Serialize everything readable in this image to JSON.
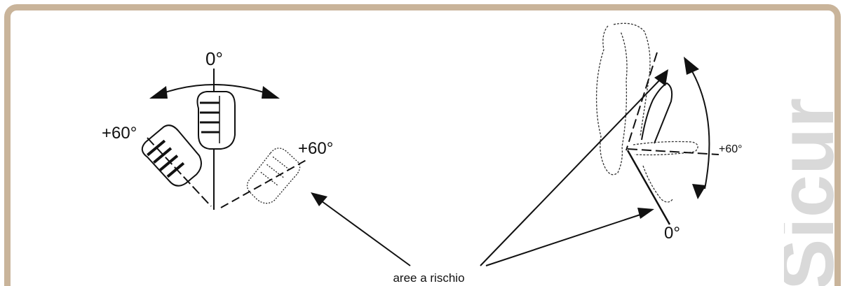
{
  "left_figure": {
    "zero_label": "0°",
    "left_angle_label": "+60°",
    "right_angle_label": "+60°"
  },
  "right_figure": {
    "plus_label": "+60°",
    "zero_label": "0°"
  },
  "caption": "aree a rischio",
  "watermark_text": "Sicur",
  "colors": {
    "frame_border": "#c9b49a",
    "watermark": "#d9d9d9",
    "ink": "#111111"
  }
}
